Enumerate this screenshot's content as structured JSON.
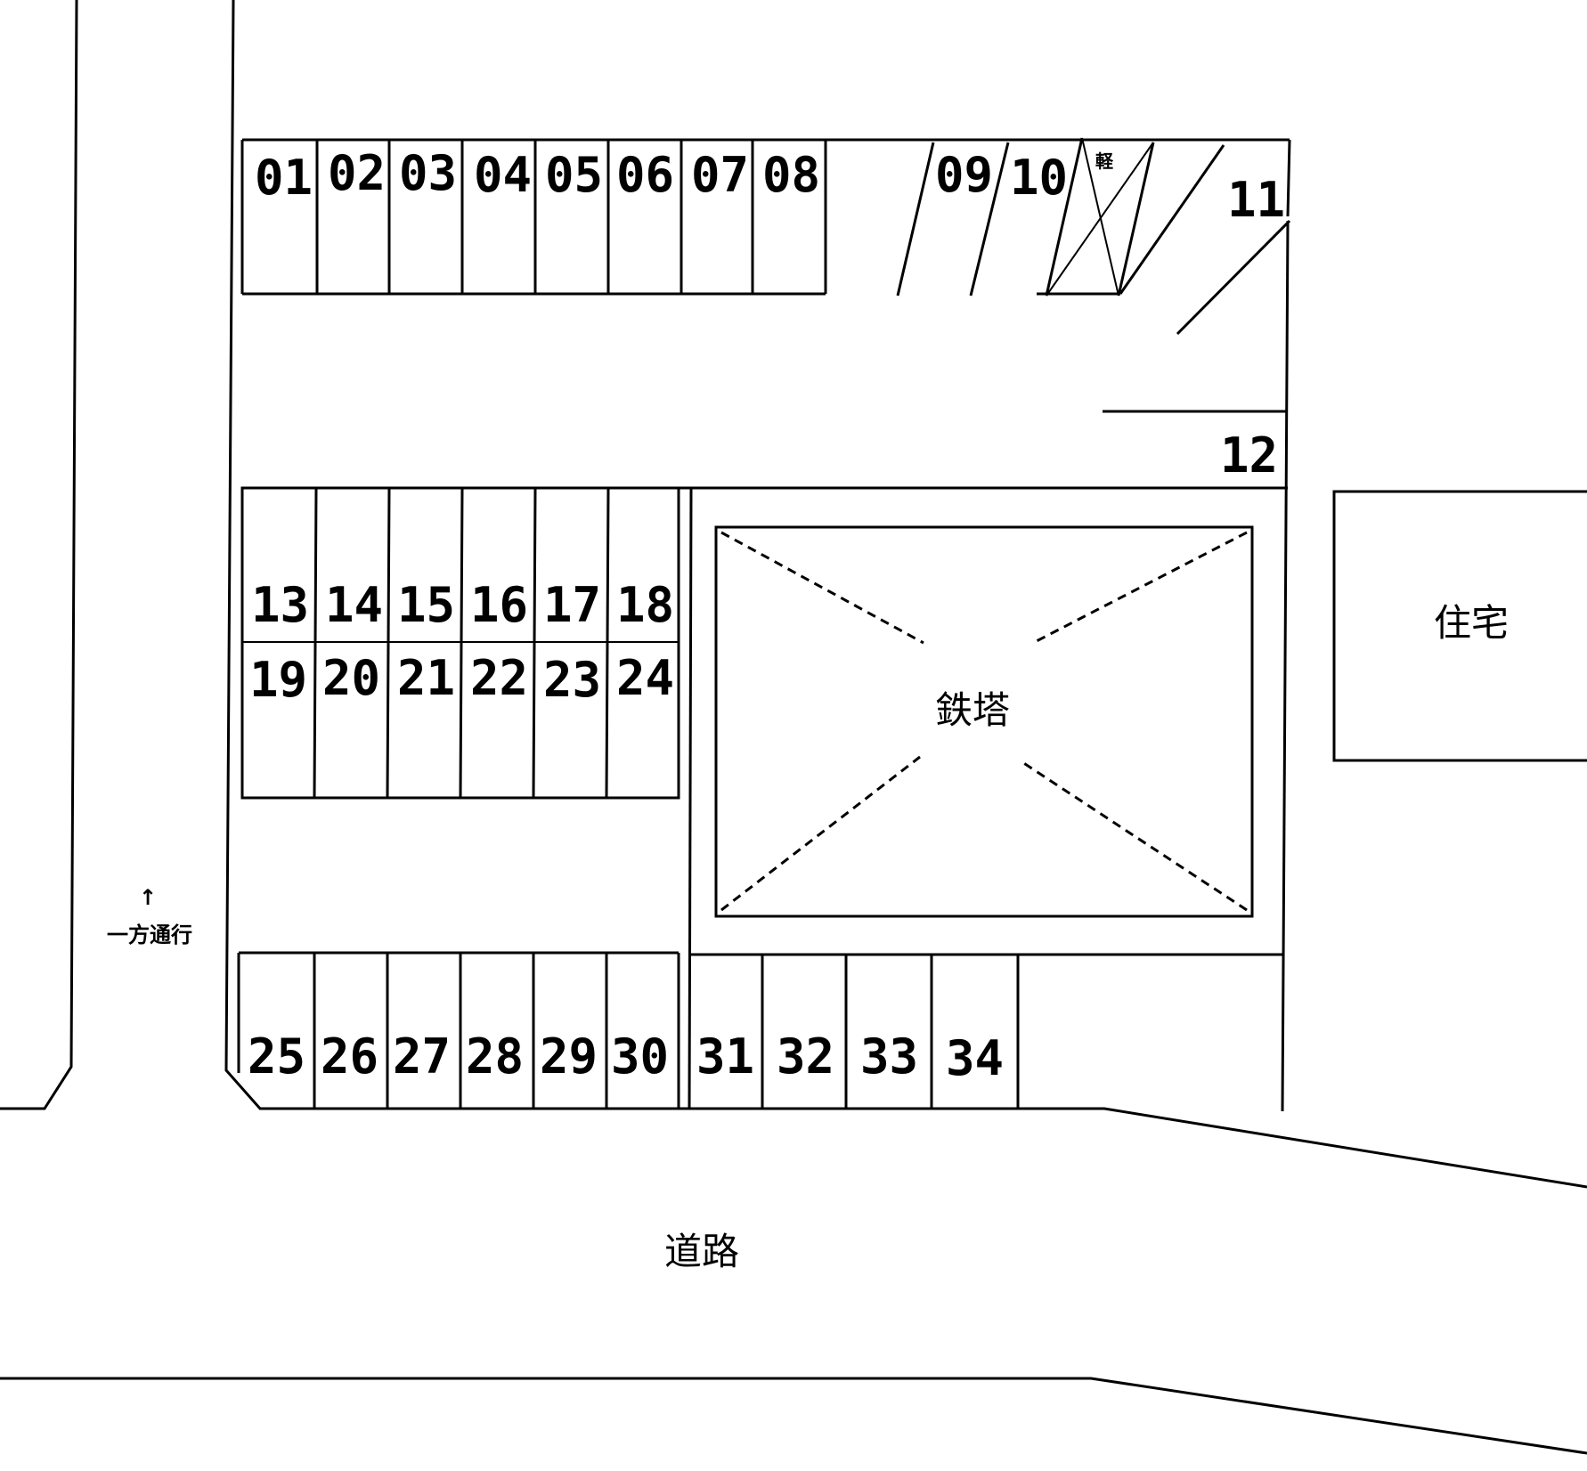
{
  "labels": {
    "road": "道路",
    "tower": "鉄塔",
    "house": "住宅",
    "one_way": "一方通行",
    "one_way_arrow": "↑",
    "small_mark": "軽"
  },
  "spaces": [
    "01",
    "02",
    "03",
    "04",
    "05",
    "06",
    "07",
    "08",
    "09",
    "10",
    "11",
    "12",
    "13",
    "14",
    "15",
    "16",
    "17",
    "18",
    "19",
    "20",
    "21",
    "22",
    "23",
    "24",
    "25",
    "26",
    "27",
    "28",
    "29",
    "30",
    "31",
    "32",
    "33",
    "34"
  ]
}
